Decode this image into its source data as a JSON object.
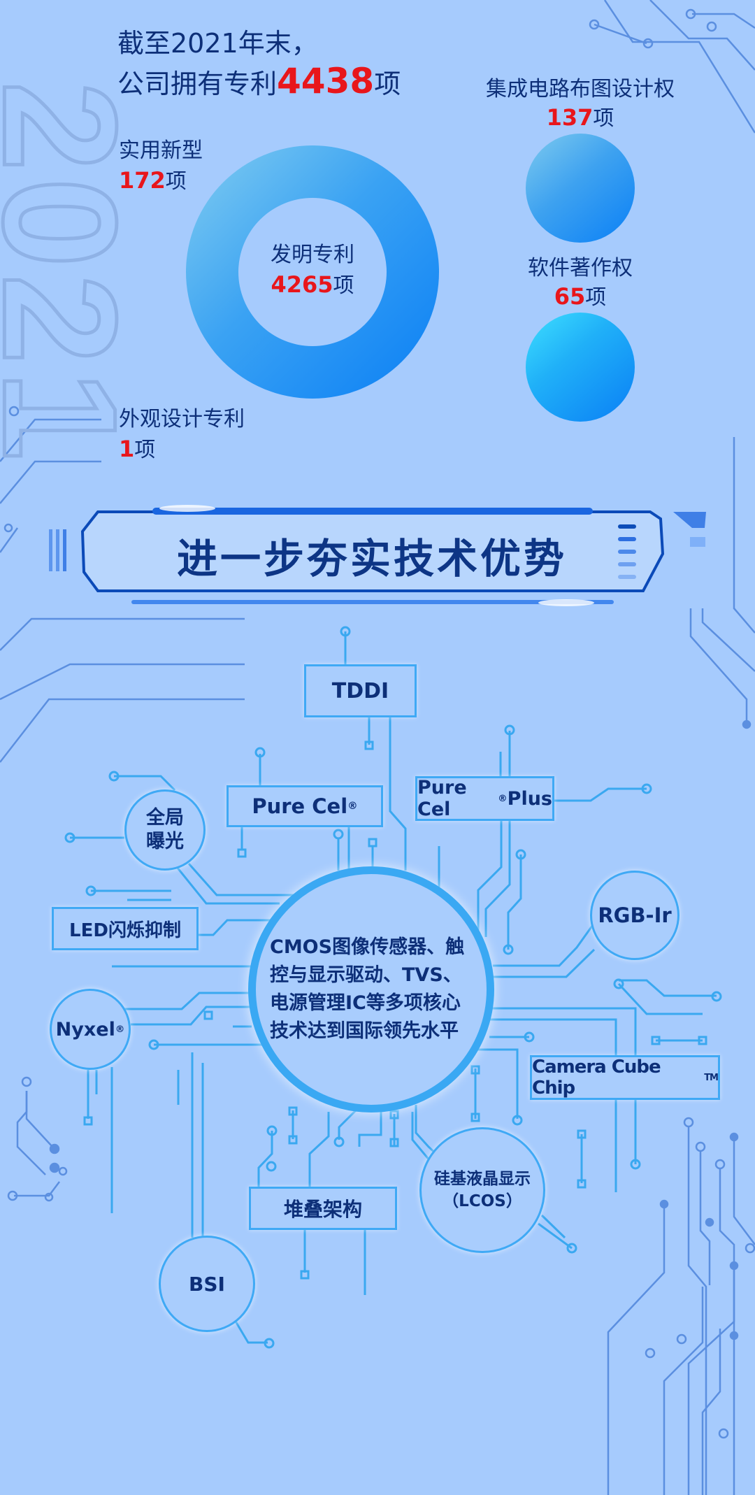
{
  "background_year": "2021",
  "summary": {
    "line1": "截至2021年末，",
    "line2_prefix": "公司拥有专利",
    "total": "4438",
    "unit": "项"
  },
  "patents": [
    {
      "label": "实用新型",
      "count": "172"
    },
    {
      "label": "发明专利",
      "count": "4265"
    },
    {
      "label": "外观设计专利",
      "count": "1"
    },
    {
      "label": "集成电路布图设计权",
      "count": "137"
    },
    {
      "label": "软件著作权",
      "count": "65"
    }
  ],
  "section_title": "进一步夯实技术优势",
  "hub_text": "CMOS图像传感器、触控与显示驱动、TVS、电源管理IC等多项核心技术达到国际领先水平",
  "tech": {
    "tddi": "TDDI",
    "pure_cel": "Pure Cel",
    "pure_cel_plus_a": "Pure Cel",
    "pure_cel_plus_b": "Plus",
    "reg": "®",
    "tm": "TM",
    "global_shutter": "全局曝光",
    "led": "LED闪烁抑制",
    "rgb_ir": "RGB-Ir",
    "nyxel": "Nyxel",
    "camera_cube": "Camera Cube Chip",
    "stacked": "堆叠架构",
    "lcos_a": "硅基液晶显示",
    "lcos_b": "（LCOS）",
    "bsi": "BSI"
  },
  "colors": {
    "background": "#a6cbfd",
    "accent": "#3fa9f5",
    "highlight": "#e8161b",
    "text": "#0d2f78"
  }
}
